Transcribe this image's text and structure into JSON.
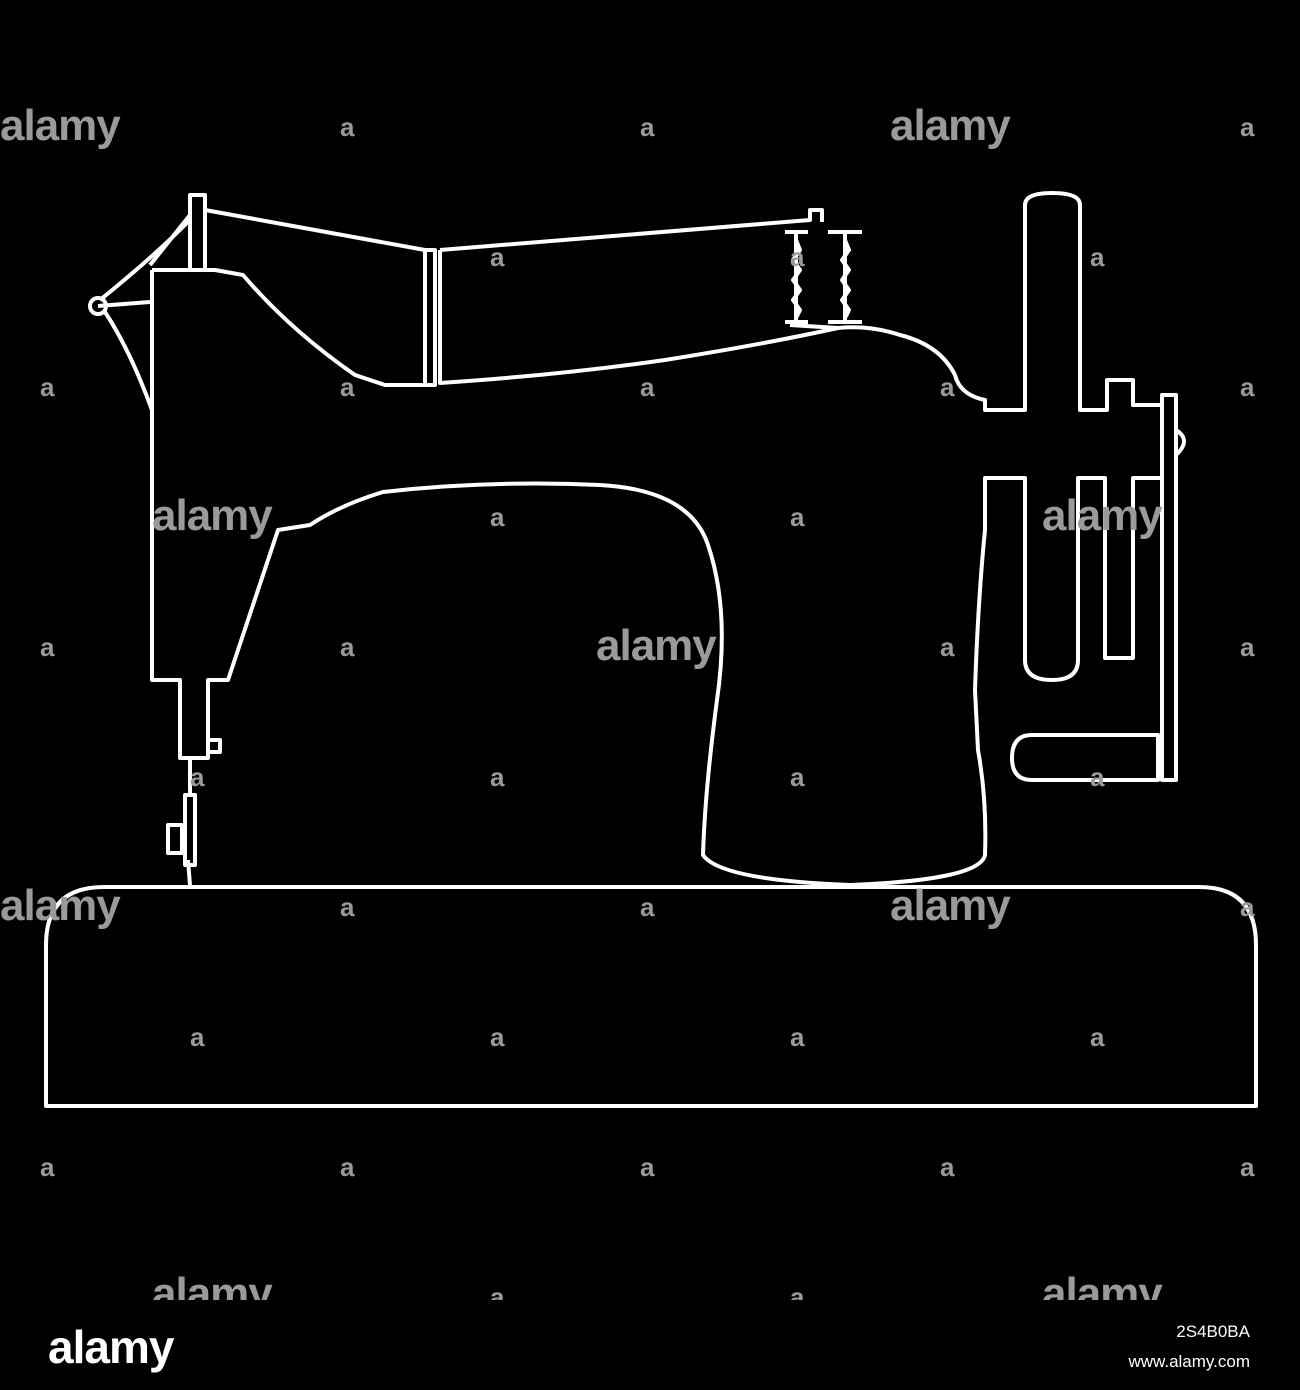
{
  "image": {
    "subject": "sewing-machine-outline",
    "background_color": "#000000",
    "stroke_color": "#ffffff",
    "watermark_color": "#9a9a9a"
  },
  "watermark": {
    "brand": "alamy",
    "mark": "a"
  },
  "footer": {
    "logo": "alamy",
    "image_id": "2S4B0BA",
    "url": "www.alamy.com"
  }
}
